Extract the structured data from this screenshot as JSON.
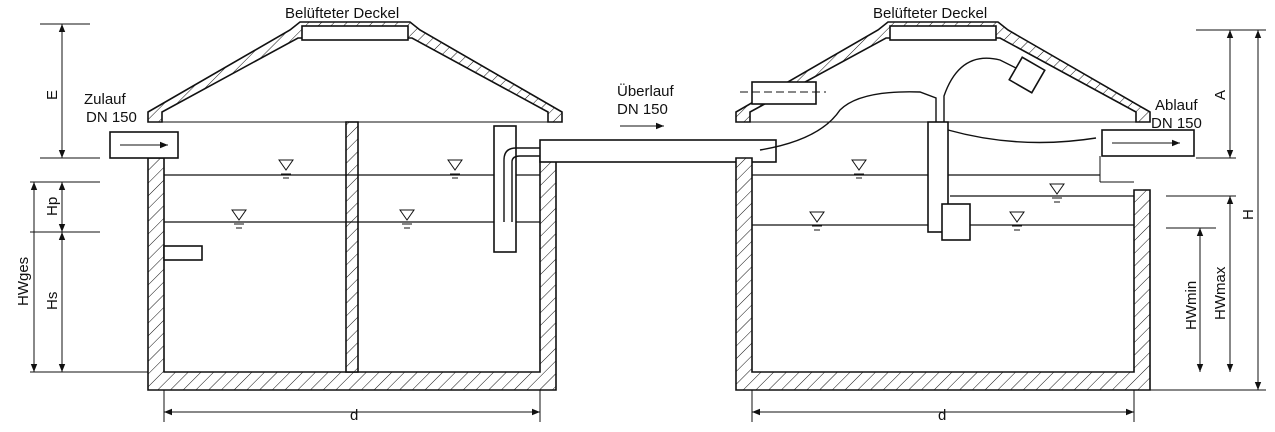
{
  "labels": {
    "cover_left": "Belüfteter Deckel",
    "cover_right": "Belüfteter Deckel",
    "inlet_line1": "Zulauf",
    "inlet_line2": "DN 150",
    "overflow_line1": "Überlauf",
    "overflow_line2": "DN 150",
    "outlet_line1": "Ablauf",
    "outlet_line2": "DN 150"
  },
  "dimensions": {
    "E": "E",
    "Hp": "Hp",
    "Hs": "Hs",
    "HWges": "HWges",
    "d_left": "d",
    "d_right": "d",
    "A": "A",
    "H": "H",
    "HWmin": "HWmin",
    "HWmax": "HWmax"
  },
  "colors": {
    "line": "#111111",
    "background": "#ffffff"
  }
}
